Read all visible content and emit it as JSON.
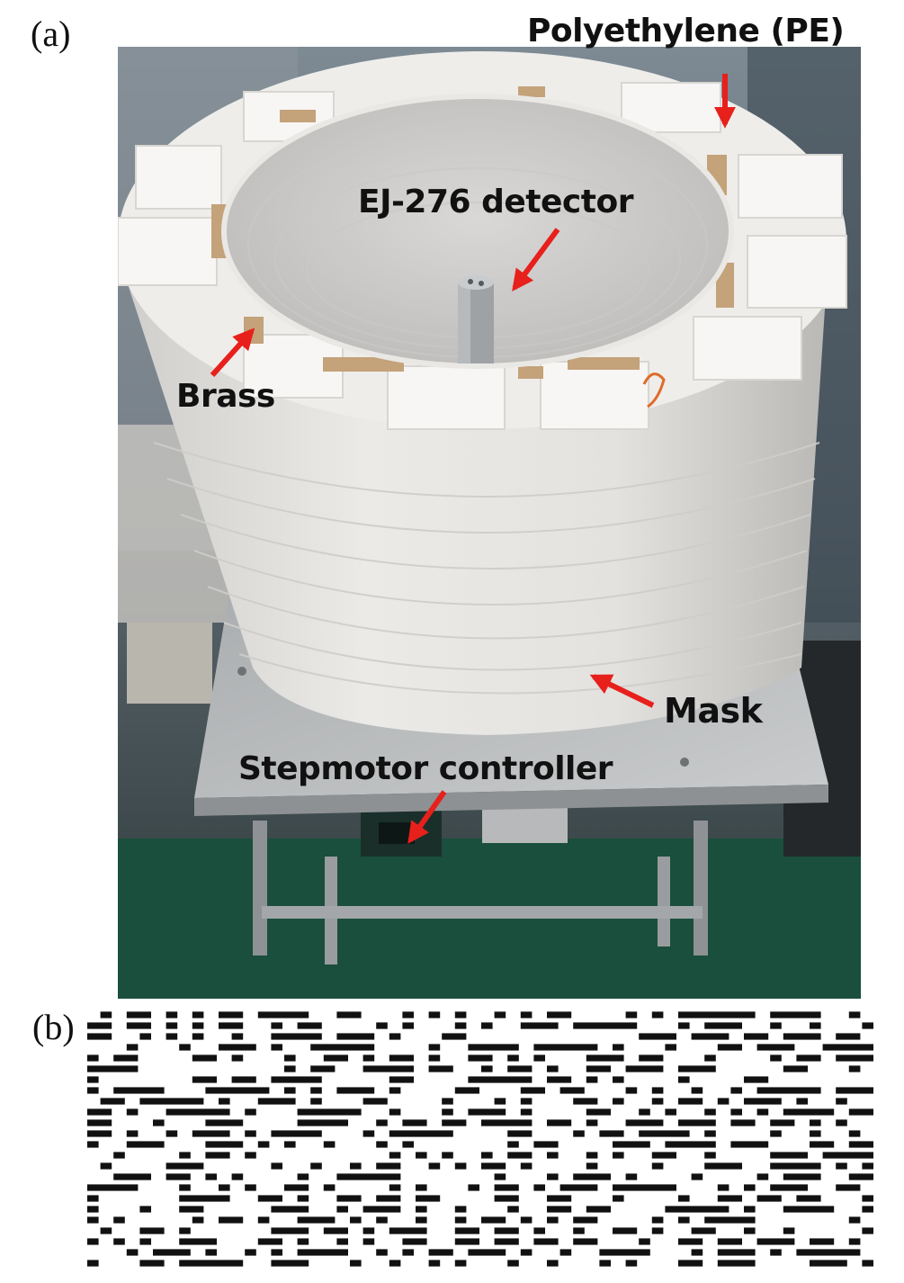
{
  "panel_labels": {
    "a": "(a)",
    "b": "(b)"
  },
  "callouts": {
    "polyethylene": "Polyethylene (PE)",
    "detector": "EJ-276 detector",
    "brass": "Brass",
    "mask": "Mask",
    "controller": "Stepmotor controller"
  },
  "colors": {
    "arrow": "#e8201c",
    "pe_white": "#ecebea",
    "brass": "#c4a27a",
    "floor": "#1f5b46",
    "mask_element": "#111111"
  },
  "mask_pattern": {
    "rows": 24,
    "columns": 60
  }
}
